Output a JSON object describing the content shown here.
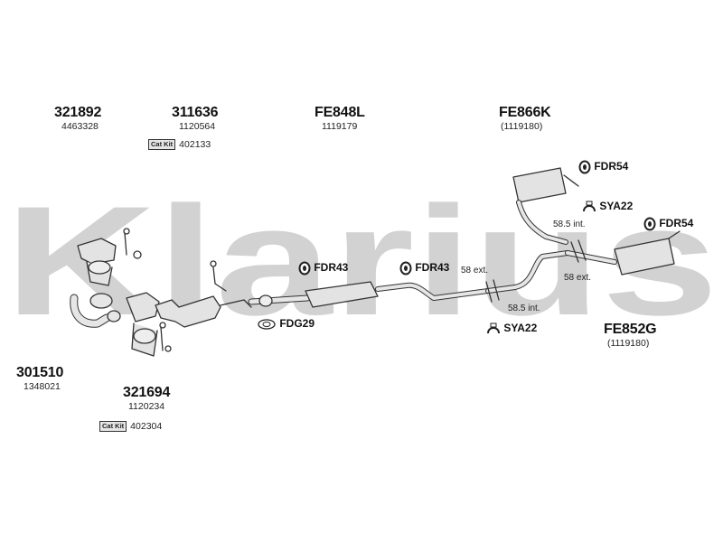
{
  "brand": {
    "watermark": "Klarius"
  },
  "colors": {
    "watermark": "#d2d2d2",
    "part_fill": "#e3e3e3",
    "part_stroke": "#333333"
  },
  "parts": [
    {
      "part_no": "321892",
      "oem": "4463328"
    },
    {
      "part_no": "311636",
      "oem": "1120564",
      "catkit_label": "Cat Kit",
      "catkit_no": "402133"
    },
    {
      "part_no": "FE848L",
      "oem": "1119179"
    },
    {
      "part_no": "FE866K",
      "oem": "(1119180)"
    },
    {
      "part_no": "301510",
      "oem": "1348021"
    },
    {
      "part_no": "321694",
      "oem": "1120234",
      "catkit_label": "Cat Kit",
      "catkit_no": "402304"
    },
    {
      "part_no": "FE852G",
      "oem": "(1119180)"
    }
  ],
  "small_parts": [
    {
      "code": "FDR54",
      "icon": "rubber-hanger-icon"
    },
    {
      "code": "SYA22",
      "icon": "clamp-icon"
    },
    {
      "code": "FDR54",
      "icon": "rubber-hanger-icon"
    },
    {
      "code": "FDR43",
      "icon": "rubber-hanger-icon"
    },
    {
      "code": "FDR43",
      "icon": "rubber-hanger-icon"
    },
    {
      "code": "FDG29",
      "icon": "gasket-icon"
    },
    {
      "code": "SYA22",
      "icon": "clamp-icon"
    }
  ],
  "dimensions": [
    "58.5 int.",
    "58 ext.",
    "58 ext.",
    "58.5 int."
  ]
}
